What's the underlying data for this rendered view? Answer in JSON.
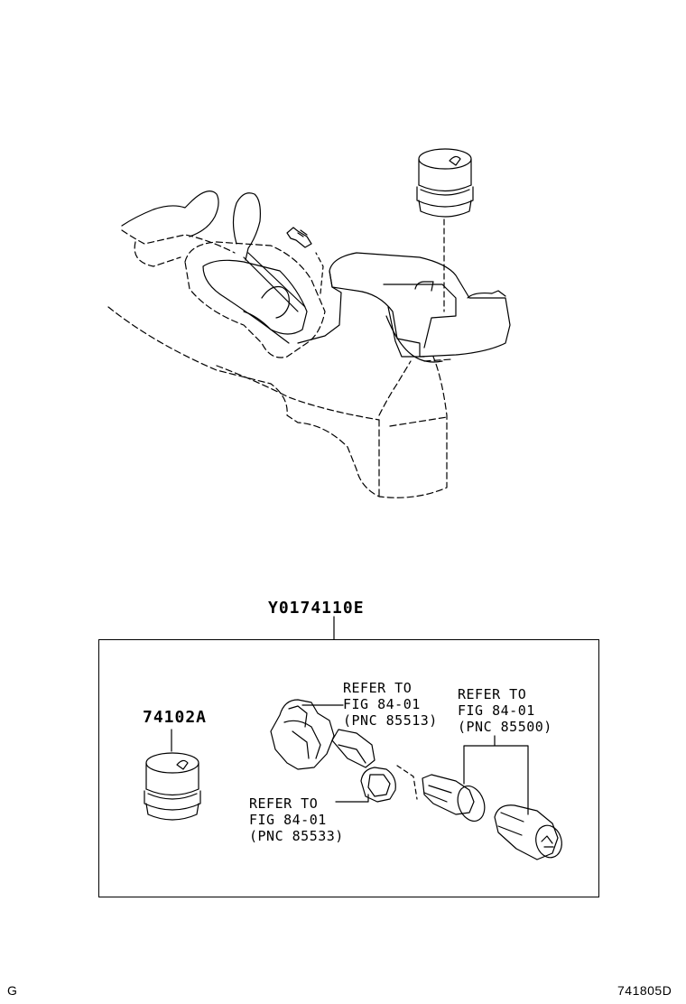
{
  "main_part_no": "Y0174110E",
  "cup_holder_part_no": "74102A",
  "refer_85513": {
    "line1": "REFER TO",
    "line2": "FIG 84-01",
    "line3": "(PNC 85513)"
  },
  "refer_85500": {
    "line1": "REFER TO",
    "line2": "FIG 84-01",
    "line3": "(PNC 85500)"
  },
  "refer_85533": {
    "line1": "REFER TO",
    "line2": "FIG 84-01",
    "line3": "(PNC 85533)"
  },
  "corner_left": "G",
  "corner_right": "741805D"
}
